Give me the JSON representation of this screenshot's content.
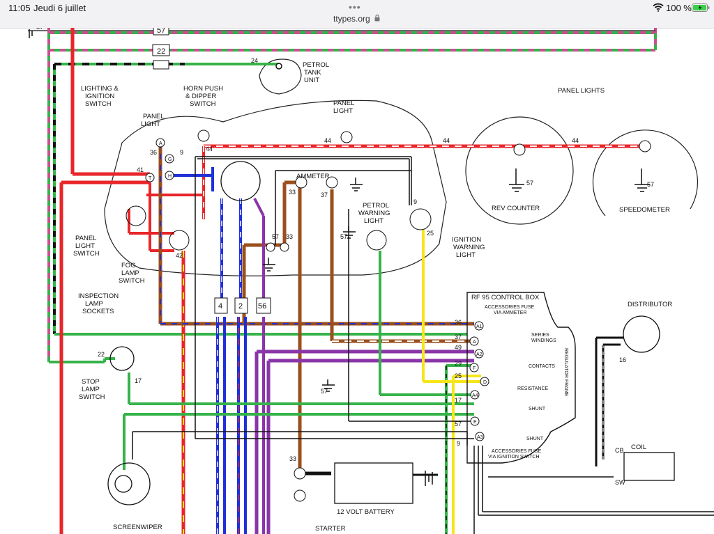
{
  "status_bar": {
    "time": "11:05",
    "date": "Jeudi 6 juillet",
    "url": "ttypes.org",
    "battery": "100 %"
  },
  "diagram": {
    "labels": {
      "petrol_tank_unit": [
        "PETROL",
        "TANK",
        "UNIT"
      ],
      "lighting_ignition_switch": [
        "LIGHTING &",
        "IGNITION",
        "SWITCH"
      ],
      "horn_push_dipper_switch": [
        "HORN PUSH",
        "& DIPPER",
        "SWITCH"
      ],
      "panel_light_left": [
        "PANEL",
        "LIGHT"
      ],
      "panel_light_center": [
        "PANEL",
        "LIGHT"
      ],
      "panel_lights": "PANEL LIGHTS",
      "ammeter": "AMMETER",
      "petrol_warning_light": [
        "PETROL",
        "WARNING",
        "LIGHT"
      ],
      "rev_counter": "REV COUNTER",
      "speedometer": "SPEEDOMETER",
      "panel_light_switch": [
        "PANEL",
        "LIGHT",
        "SWITCH"
      ],
      "fog_lamp_switch": [
        "FOG",
        "LAMP",
        "SWITCH"
      ],
      "inspection_lamp_sockets": [
        "INSPECTION",
        "LAMP",
        "SOCKETS"
      ],
      "ignition_warning_light": [
        "IGNITION",
        "WARNING",
        "LIGHT"
      ],
      "control_box": "RF 95 CONTROL BOX",
      "accessories_fuse_via_ammeter": [
        "ACCESSORIES FUSE",
        "VIA AMMETER"
      ],
      "series_windings": [
        "SERIES",
        "WINDINGS"
      ],
      "contacts": "CONTACTS",
      "resistance": "RESISTANCE",
      "shunt_a": "SHUNT",
      "shunt_b": "SHUNT",
      "regulator_frame": "REGULATOR FRAME",
      "accessories_fuse_ignition": [
        "ACCESSORIES FUSE",
        "VIA IGNITION SWITCH"
      ],
      "distributor": "DISTRIBUTOR",
      "stop_lamp_switch": [
        "STOP",
        "LAMP",
        "SWITCH"
      ],
      "coil": "COIL",
      "cb": "CB",
      "sw": "SW",
      "screenwiper": "SCREENWIPER",
      "battery": "12 VOLT BATTERY",
      "starter": "STARTER"
    },
    "wire_numbers": {
      "n57": "57",
      "n22": "22",
      "n24": "24",
      "n44": "44",
      "n36": "36",
      "n9": "9",
      "n41": "41",
      "n42": "42",
      "n33": "33",
      "n37": "37",
      "n4": "4",
      "n2": "2",
      "n56": "56",
      "n17": "17",
      "n25": "25",
      "n49": "49",
      "n29": "29",
      "n16": "16"
    },
    "terminals": {
      "A1": "A1",
      "A": "A",
      "A2": "A2",
      "F": "F",
      "D": "D",
      "A4": "A4",
      "E": "E",
      "A3": "A3",
      "T": "T",
      "H": "H",
      "G": "G"
    },
    "colors": {
      "red": "#e8262a",
      "green": "#36b34a",
      "blue": "#1f2fd9",
      "brown": "#9a4f1c",
      "purple": "#8a35a8",
      "yellow": "#f6e51a",
      "pink": "#c8508f",
      "black": "#1a1a1a",
      "white": "#ffffff"
    }
  }
}
